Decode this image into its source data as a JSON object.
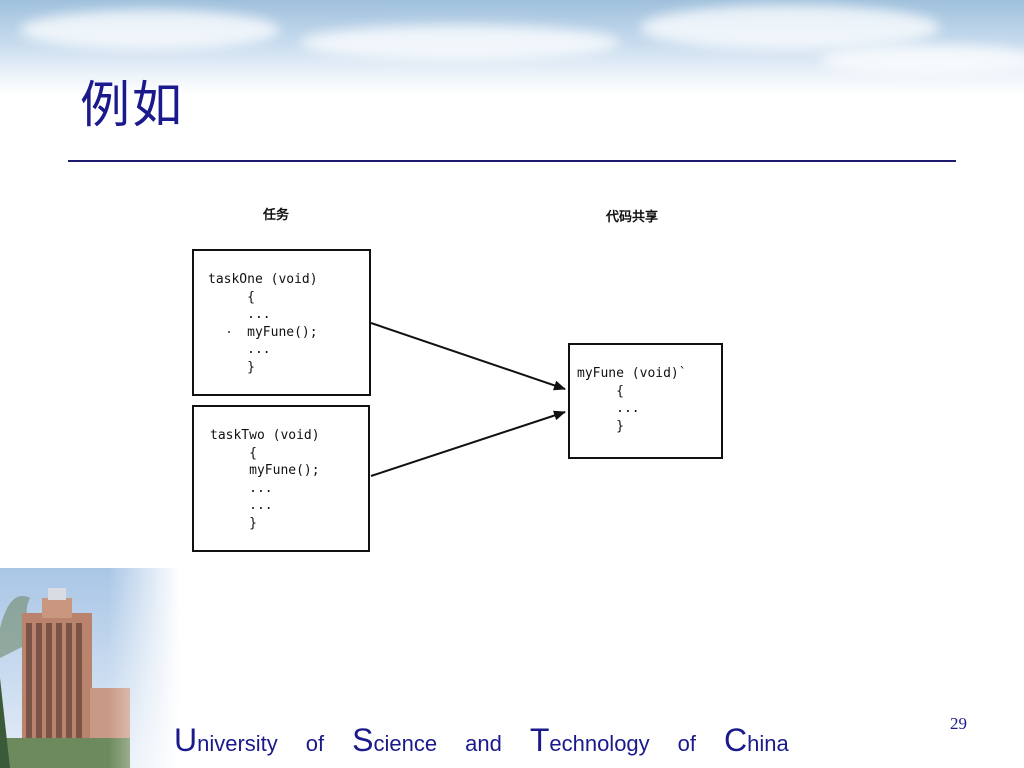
{
  "slide": {
    "title": "例如",
    "page_number": "29"
  },
  "diagram": {
    "label_tasks": "任务",
    "label_code_shared": "代码共享",
    "task_one_code": "taskOne (void)\n     {\n     ...\n     myFune();\n     ...\n     }",
    "task_two_code": "taskTwo (void)\n     {\n     myFune();\n     ...\n     ...\n     }",
    "shared_code": "myFune (void)`\n     {\n     ...\n     }"
  },
  "footer": {
    "words": [
      {
        "initial": "U",
        "rest": "niversity"
      },
      {
        "initial": "",
        "rest": "of"
      },
      {
        "initial": "S",
        "rest": "cience"
      },
      {
        "initial": "",
        "rest": "and"
      },
      {
        "initial": "T",
        "rest": "echnology"
      },
      {
        "initial": "",
        "rest": "of"
      },
      {
        "initial": "C",
        "rest": "hina"
      }
    ]
  },
  "colors": {
    "accent": "#1b1a8c",
    "rule": "#1e1a6e"
  }
}
